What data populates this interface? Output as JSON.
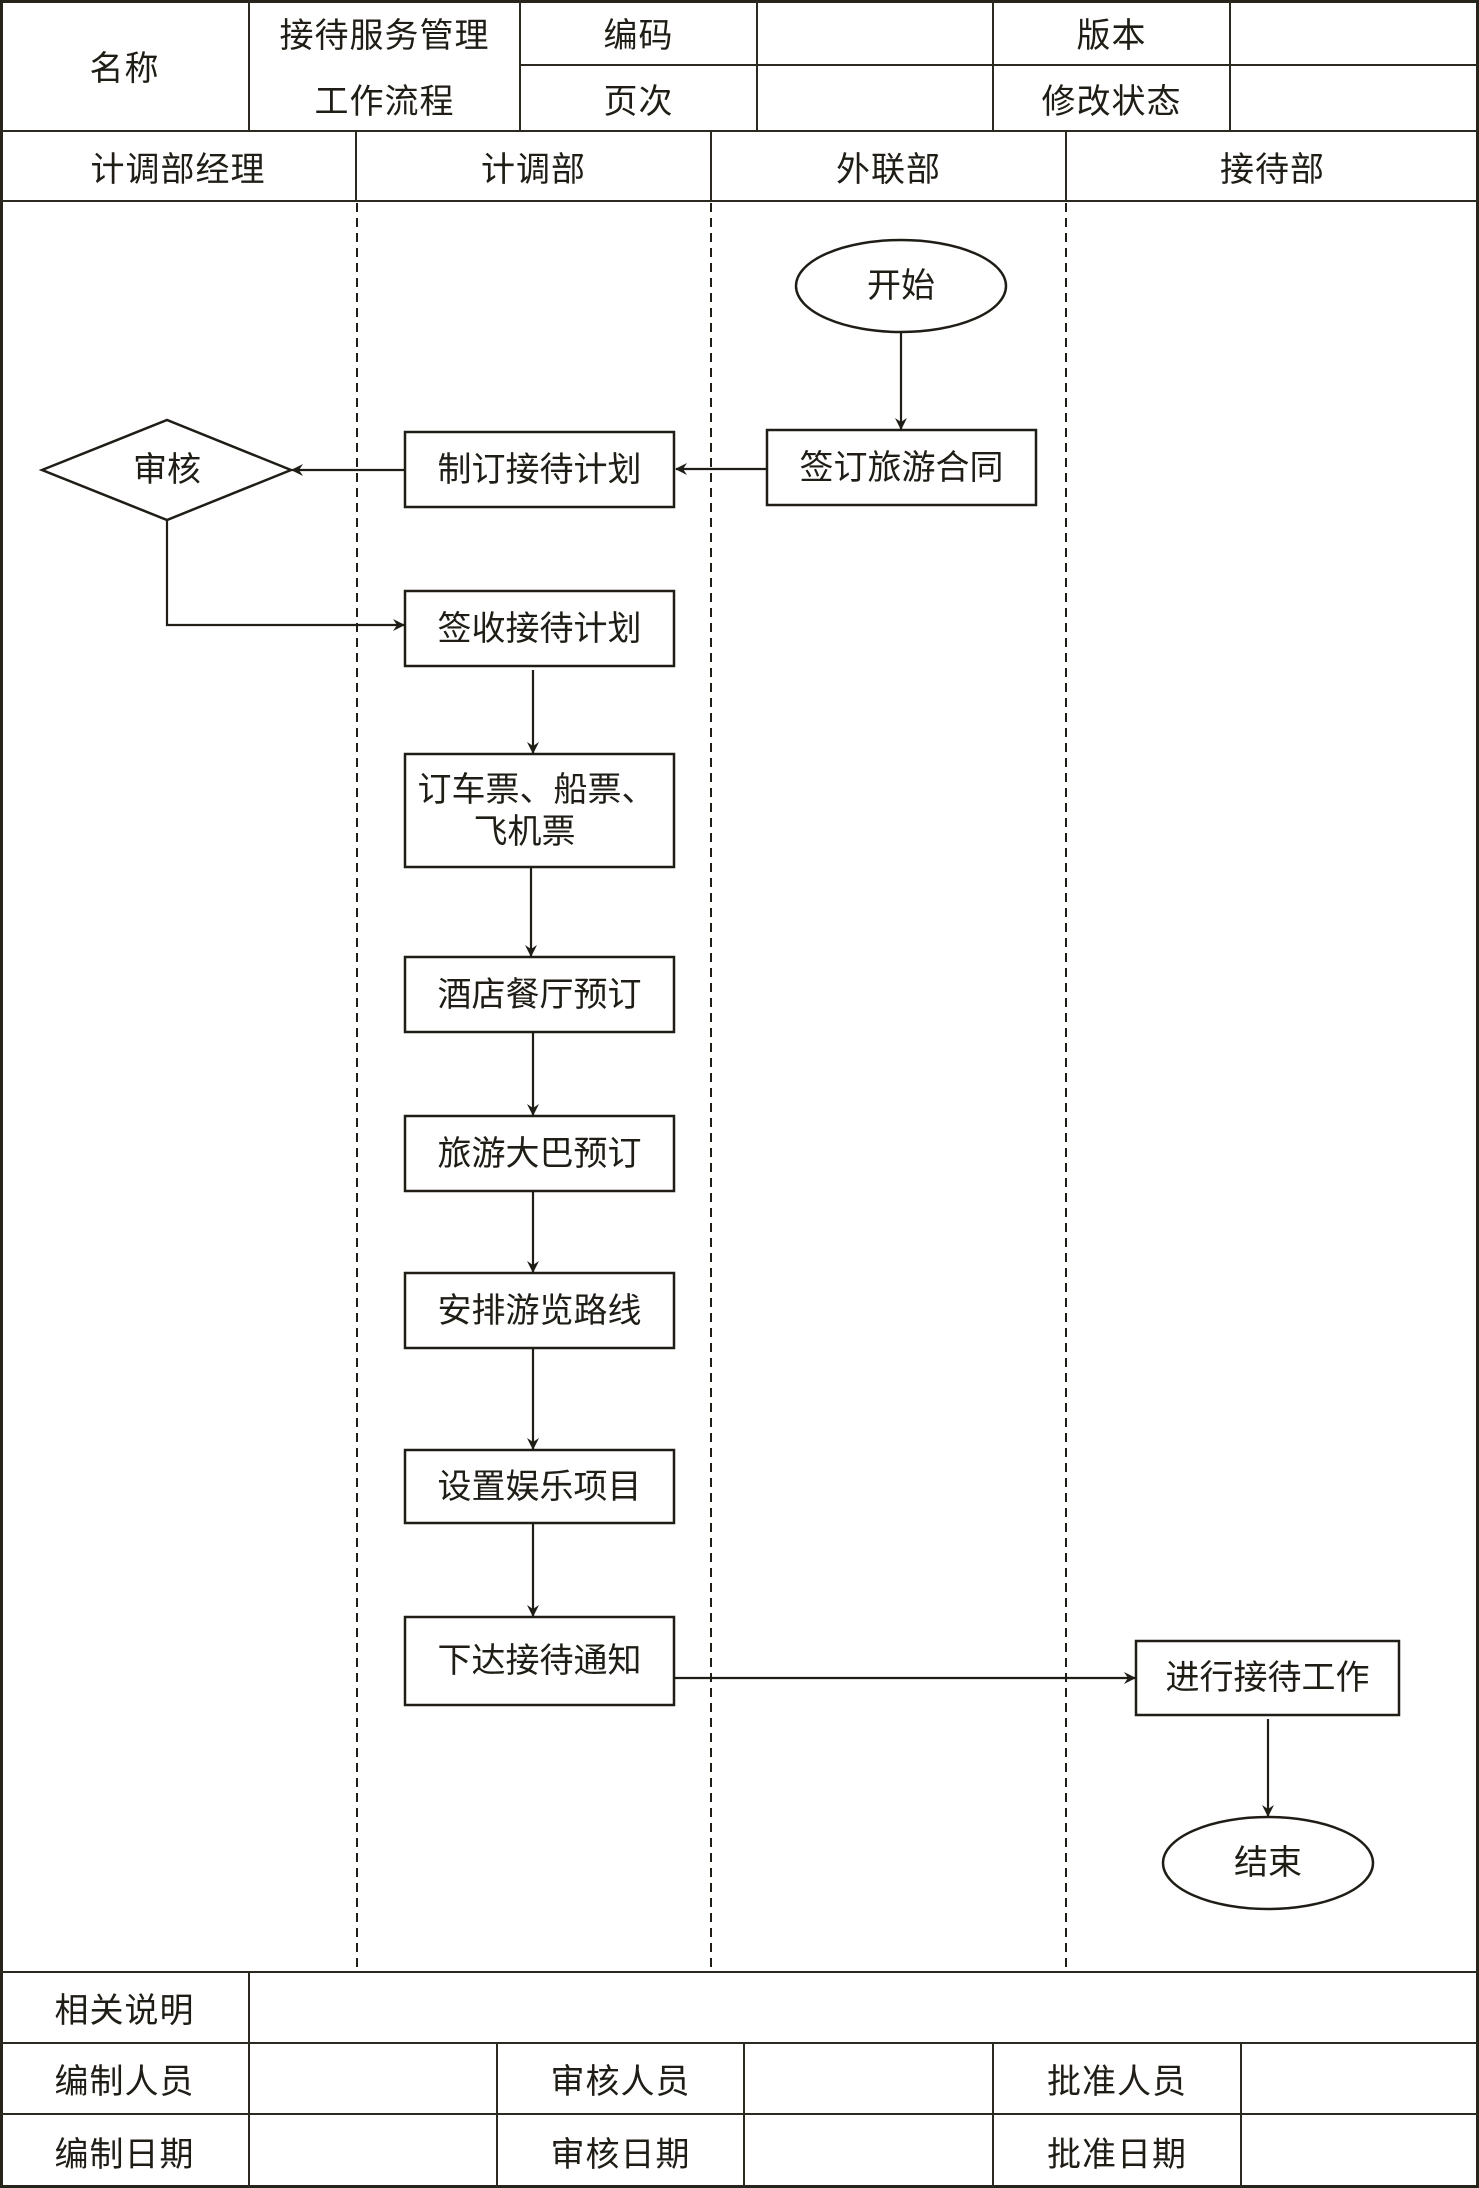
{
  "header": {
    "name_label": "名称",
    "title_line1": "接待服务管理",
    "title_line2": "工作流程",
    "code_label": "编码",
    "code_value": "",
    "page_label": "页次",
    "page_value": "",
    "version_label": "版本",
    "version_value": "",
    "revision_label": "修改状态",
    "revision_value": ""
  },
  "lanes": [
    {
      "label": "计调部经理"
    },
    {
      "label": "计调部"
    },
    {
      "label": "外联部"
    },
    {
      "label": "接待部"
    }
  ],
  "flow": {
    "start": "开始",
    "sign_contract": "签订旅游合同",
    "make_plan": "制订接待计划",
    "review": "审核",
    "receive_plan": "签收接待计划",
    "tickets_line1": "订车票、船票、",
    "tickets_line2": "飞机票",
    "hotel": "酒店餐厅预订",
    "bus": "旅游大巴预订",
    "route": "安排游览路线",
    "entertainment": "设置娱乐项目",
    "notice": "下达接待通知",
    "reception": "进行接待工作",
    "end": "结束"
  },
  "footer": {
    "notes_label": "相关说明",
    "notes_value": "",
    "prepared_by_label": "编制人员",
    "prepared_by_value": "",
    "reviewed_by_label": "审核人员",
    "reviewed_by_value": "",
    "approved_by_label": "批准人员",
    "approved_by_value": "",
    "prepared_date_label": "编制日期",
    "prepared_date_value": "",
    "reviewed_date_label": "审核日期",
    "reviewed_date_value": "",
    "approved_date_label": "批准日期",
    "approved_date_value": ""
  },
  "colors": {
    "ink": "#1f1d16",
    "frame": "#25231a",
    "paper": "#ffffff"
  }
}
